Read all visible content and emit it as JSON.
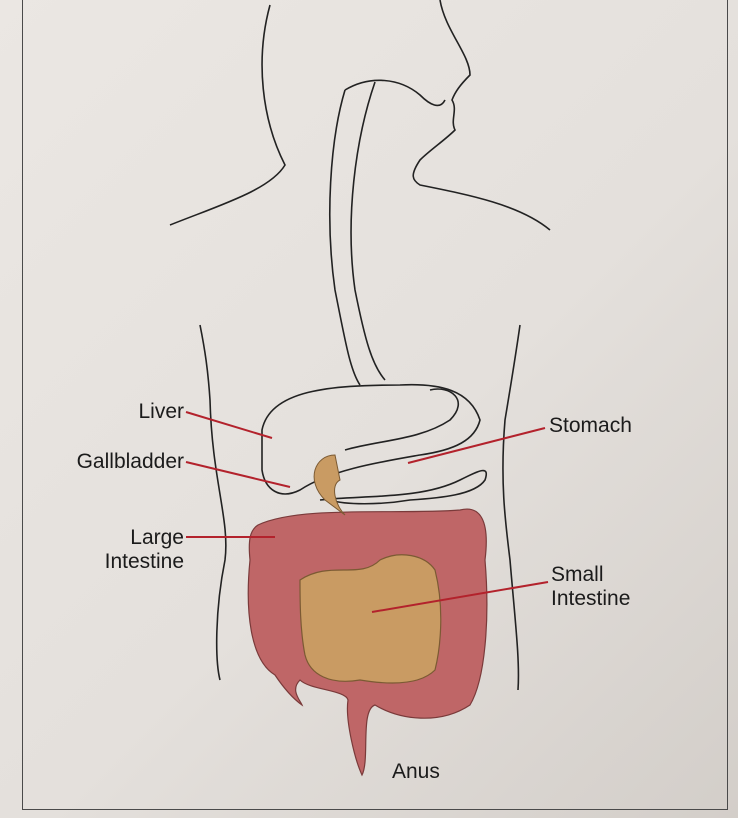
{
  "labels": {
    "liver": "Liver",
    "gallbladder": "Gallbladder",
    "large_intestine_1": "Large",
    "large_intestine_2": "Intestine",
    "stomach": "Stomach",
    "small_intestine_1": "Small",
    "small_intestine_2": "Intestine",
    "anus": "Anus"
  },
  "colors": {
    "large_intestine": "#bf6667",
    "small_intestine": "#c99b63",
    "leader_line": "#b3222c",
    "outline": "#222222"
  }
}
